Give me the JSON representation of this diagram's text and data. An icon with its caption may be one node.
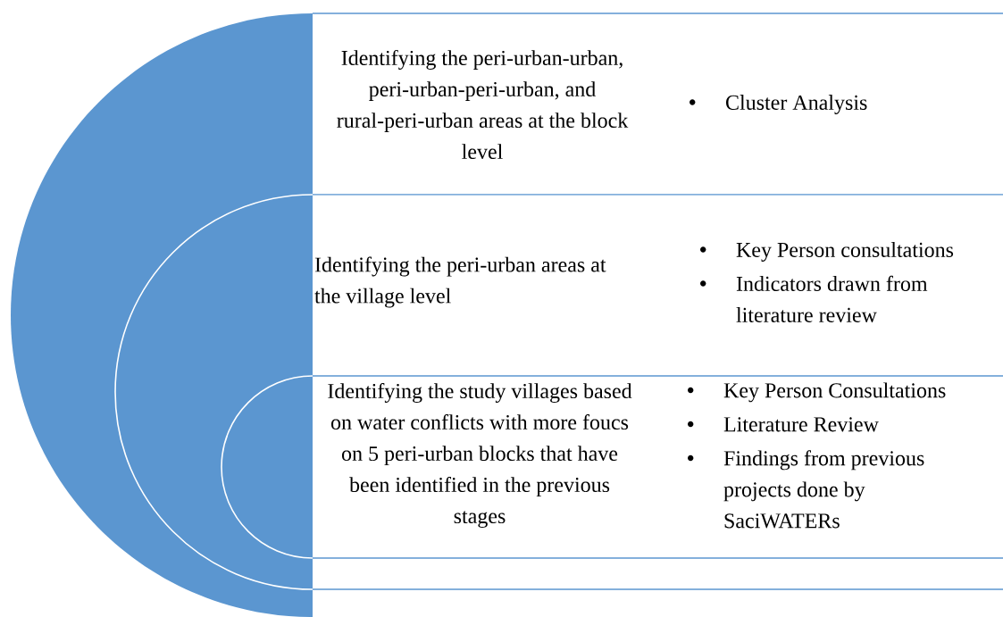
{
  "diagram": {
    "nodes": [
      {
        "text": [
          "Identifying the peri-urban-urban, peri-urban-peri-urban, and rural-peri-urban areas at the block level",
          "Cluster Analysis"
        ]
      },
      {
        "text": [
          "Identifying the peri-urban areas at the village level",
          "Key Person consultations",
          "Indicators drawn from literature review"
        ]
      },
      {
        "text": [
          "Identifying the study villages based on water conflicts with more foucs on 5 peri-urban blocks that have been identified in the previous stages",
          "Key Person Consultations",
          "Literature Review",
          "Findings from previous projects done by SaciWATERs"
        ]
      }
    ]
  }
}
